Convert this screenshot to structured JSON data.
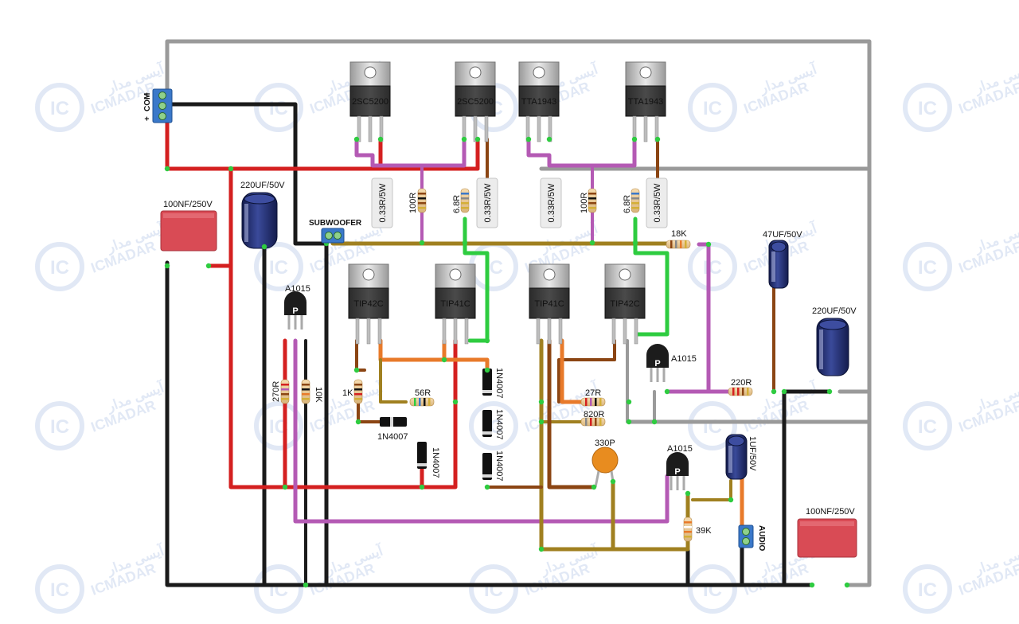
{
  "watermark": {
    "text": "ICMADAR",
    "arabic": "آیسی مدار",
    "badge": "IC"
  },
  "terminals": {
    "power": {
      "pins": [
        "+",
        "COM",
        "−"
      ]
    },
    "subwoofer": {
      "label": "SUBWOOFER"
    },
    "audio": {
      "label": "AUDIO"
    }
  },
  "components": {
    "q1": {
      "part": "2SC5200"
    },
    "q2": {
      "part": "2SC5200"
    },
    "q3": {
      "part": "TTA1943"
    },
    "q4": {
      "part": "TTA1943"
    },
    "q5": {
      "part": "TIP42C"
    },
    "q6": {
      "part": "TIP41C"
    },
    "q7": {
      "part": "TIP41C"
    },
    "q8": {
      "part": "TIP42C"
    },
    "q9": {
      "part": "A1015"
    },
    "q10": {
      "part": "A1015"
    },
    "q11": {
      "part": "A1015"
    },
    "r_w1": {
      "value": "0.33R/5W"
    },
    "r_w2": {
      "value": "0.33R/5W"
    },
    "r_w3": {
      "value": "0.33R/5W"
    },
    "r_w4": {
      "value": "0.33R/5W"
    },
    "r1": {
      "value": "100R"
    },
    "r2": {
      "value": "6.8R"
    },
    "r3": {
      "value": "100R"
    },
    "r4": {
      "value": "6.8R"
    },
    "r5": {
      "value": "18K"
    },
    "r6": {
      "value": "270R"
    },
    "r7": {
      "value": "10K"
    },
    "r8": {
      "value": "1K"
    },
    "r9": {
      "value": "56R"
    },
    "r10": {
      "value": "27R"
    },
    "r11": {
      "value": "820R"
    },
    "r12": {
      "value": "220R"
    },
    "r13": {
      "value": "39K"
    },
    "c1": {
      "value": "220UF/50V"
    },
    "c2": {
      "value": "100NF/250V"
    },
    "c3": {
      "value": "47UF/50V"
    },
    "c4": {
      "value": "220UF/50V"
    },
    "c5": {
      "value": "1UF/50V"
    },
    "c6": {
      "value": "100NF/250V"
    },
    "c7": {
      "value": "330P"
    },
    "d1": {
      "value": "1N4007"
    },
    "d2": {
      "value": "1N4007"
    },
    "d3": {
      "value": "1N4007"
    },
    "d4": {
      "value": "1N4007"
    },
    "d5": {
      "value": "1N4007"
    }
  },
  "colors": {
    "wire_red": "#d42020",
    "wire_black": "#1a1a1a",
    "wire_gray": "#9a9a9a",
    "wire_purple": "#b45ab4",
    "wire_olive": "#a08020",
    "wire_brown": "#8b4513",
    "wire_orange": "#e87a2a",
    "wire_green": "#2ecc40",
    "terminal_blue": "#3a78c9",
    "cap_red": "#d94b55",
    "cap_navy": "#1f2a6b",
    "watermark": "#c9d7ee"
  }
}
